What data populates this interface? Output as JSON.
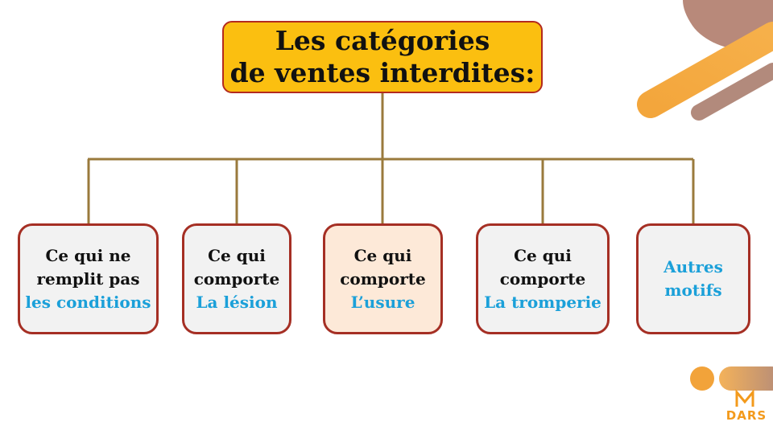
{
  "title": {
    "line1": "Les catégories",
    "line2": "de ventes interdites:"
  },
  "categories": [
    {
      "lines": [
        "Ce qui ne",
        "remplit pas"
      ],
      "accent": "les conditions",
      "highlight": false
    },
    {
      "lines": [
        "Ce qui",
        "comporte"
      ],
      "accent": "La lésion",
      "highlight": false
    },
    {
      "lines": [
        "Ce qui",
        "comporte"
      ],
      "accent": "L’usure",
      "highlight": true
    },
    {
      "lines": [
        "Ce qui",
        "comporte"
      ],
      "accent": "La tromperie",
      "highlight": false
    },
    {
      "lines": [],
      "accent_lines": [
        "Autres",
        "motifs"
      ],
      "highlight": false
    }
  ],
  "logo": {
    "text": "DARS"
  },
  "colors": {
    "title_bg": "#fbbf10",
    "border": "#a52f24",
    "connector": "#9a7a3c",
    "accent_text": "#1ba0d9",
    "decor_orange": "#f2a33a",
    "decor_brown": "#b08878"
  }
}
